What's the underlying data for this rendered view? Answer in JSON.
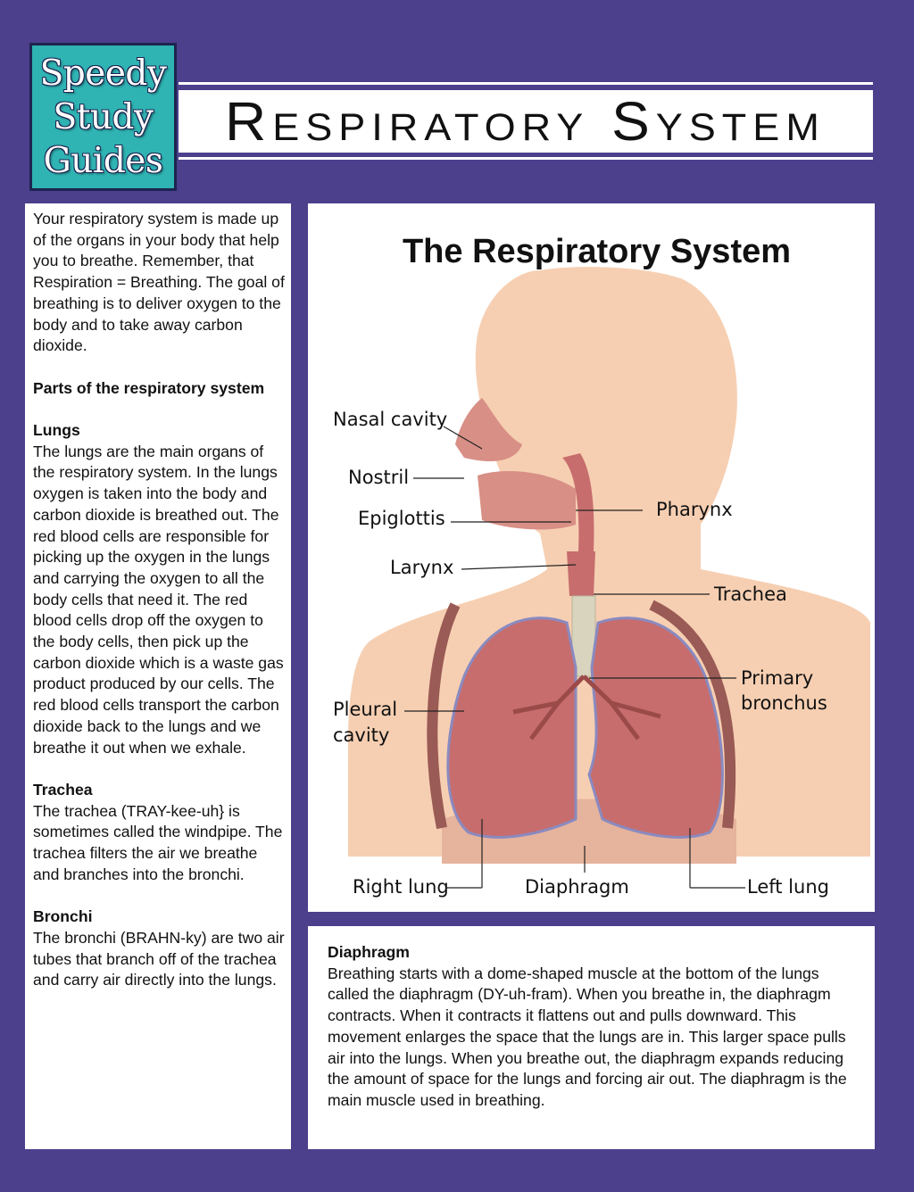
{
  "logo": {
    "line1": "Speedy",
    "line2": "Study",
    "line3": "Guides"
  },
  "title": "Respiratory System",
  "intro": "Your respiratory system is made up of the organs in your body that help you to breathe. Remember, that Respiration = Breathing. The goal of breathing is to deliver oxygen to the body and to take away carbon dioxide.",
  "parts_heading": "Parts of the respiratory system",
  "lungs": {
    "heading": "Lungs",
    "text": "The lungs are the main organs of the respiratory system. In the lungs oxygen is taken into the body and carbon dioxide is breathed out. The red blood cells are responsible for picking up the oxygen in the lungs and carrying the oxygen to all the body cells that need it. The red blood cells drop off the oxygen to the body cells, then pick up the carbon dioxide which is a waste gas product produced by our cells. The red blood cells transport the carbon dioxide back to the lungs and we breathe it out when we exhale."
  },
  "trachea": {
    "heading": "Trachea",
    "text": "The trachea (TRAY-kee-uh} is sometimes called the windpipe. The trachea filters the air we breathe and branches into the bronchi."
  },
  "bronchi": {
    "heading": "Bronchi",
    "text": "The bronchi (BRAHN-ky) are two air tubes that branch off of the trachea and carry air directly into the lungs."
  },
  "diagram": {
    "title": "The Respiratory System",
    "labels": {
      "nasal_cavity": "Nasal cavity",
      "nostril": "Nostril",
      "epiglottis": "Epiglottis",
      "larynx": "Larynx",
      "pharynx": "Pharynx",
      "trachea": "Trachea",
      "primary_bronchus_1": "Primary",
      "primary_bronchus_2": "bronchus",
      "pleural_cavity_1": "Pleural",
      "pleural_cavity_2": "cavity",
      "right_lung": "Right lung",
      "diaphragm": "Diaphragm",
      "left_lung": "Left lung"
    }
  },
  "diaphragm": {
    "heading": "Diaphragm",
    "text": "Breathing starts with a dome-shaped muscle at the bottom of the lungs called the diaphragm (DY-uh-fram). When you breathe in, the diaphragm contracts. When it contracts it flattens out and pulls downward. This movement enlarges the space that the lungs are in. This larger space pulls air into the lungs. When you breathe out, the diaphragm expands reducing the amount of space for the lungs and forcing air out. The diaphragm is the main muscle used in breathing."
  },
  "colors": {
    "background": "#4c3f8c",
    "logo": "#2fb3b3",
    "skin": "#f6cfb2",
    "lung": "#c76d6d",
    "trachea": "#d9d4bd"
  }
}
